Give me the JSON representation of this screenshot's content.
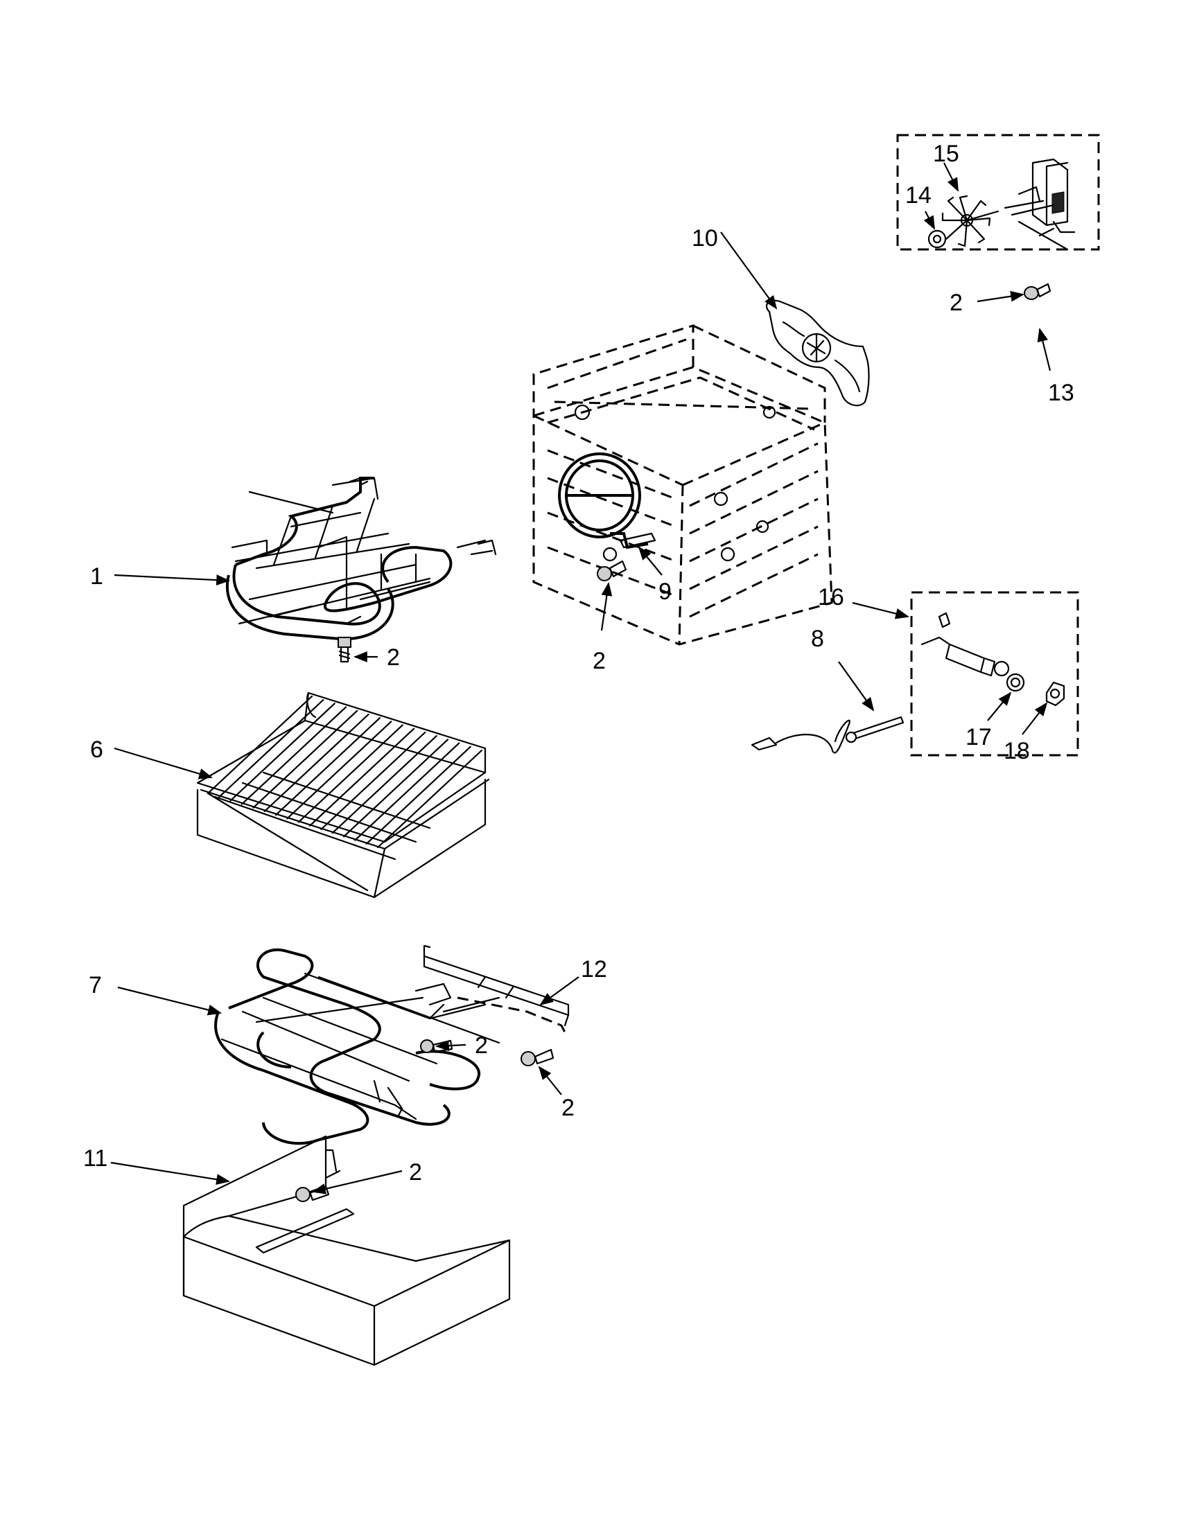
{
  "callouts": [
    {
      "id": "c1",
      "text": "1"
    },
    {
      "id": "c2a",
      "text": "2"
    },
    {
      "id": "c2b",
      "text": "2"
    },
    {
      "id": "c2c",
      "text": "2"
    },
    {
      "id": "c2d",
      "text": "2"
    },
    {
      "id": "c2e",
      "text": "2"
    },
    {
      "id": "c2f",
      "text": "2"
    },
    {
      "id": "c6",
      "text": "6"
    },
    {
      "id": "c7",
      "text": "7"
    },
    {
      "id": "c8",
      "text": "8"
    },
    {
      "id": "c9",
      "text": "9"
    },
    {
      "id": "c10",
      "text": "10"
    },
    {
      "id": "c11",
      "text": "11"
    },
    {
      "id": "c12",
      "text": "12"
    },
    {
      "id": "c13",
      "text": "13"
    },
    {
      "id": "c14",
      "text": "14"
    },
    {
      "id": "c15",
      "text": "15"
    },
    {
      "id": "c16",
      "text": "16"
    },
    {
      "id": "c17",
      "text": "17"
    },
    {
      "id": "c18",
      "text": "18"
    }
  ]
}
